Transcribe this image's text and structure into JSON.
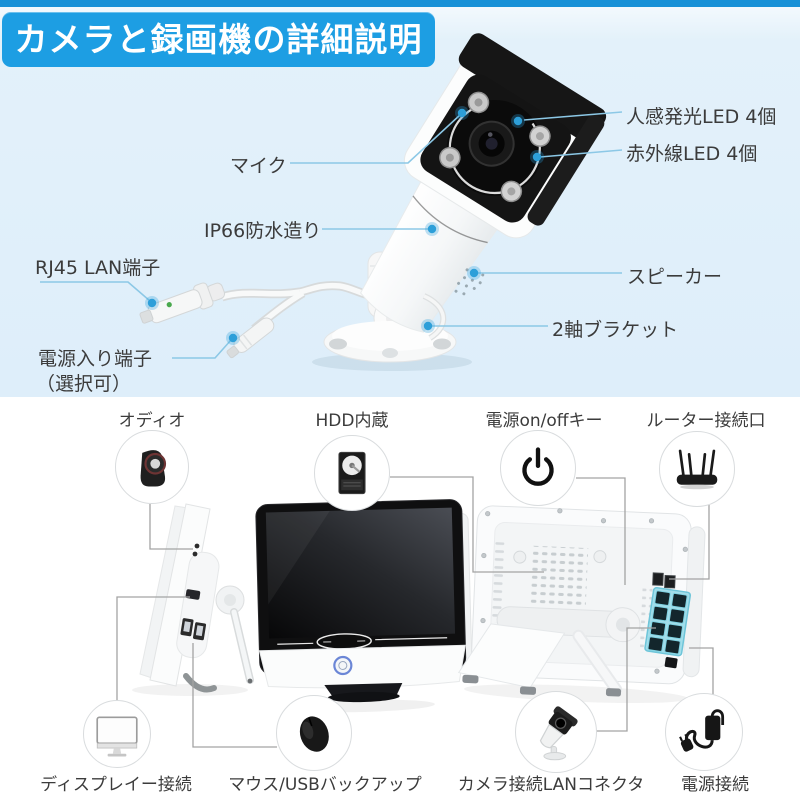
{
  "title": "カメラと録画機の詳細説明",
  "camera_section": {
    "labels": {
      "pir_led": "人感発光LED 4個",
      "ir_led": "赤外線LED 4個",
      "mic": "マイク",
      "ip66": "IP66防水造り",
      "rj45": "RJ45 LAN端子",
      "speaker": "スピーカー",
      "bracket": "2軸ブラケット",
      "power_in_line1": "電源入り端子",
      "power_in_line2": "（選択可）"
    }
  },
  "recorder_section": {
    "top_items": [
      {
        "label": "オディオ",
        "icon": "speaker-icon"
      },
      {
        "label": "HDD内蔵",
        "icon": "hdd-icon"
      },
      {
        "label": "電源on/offキー",
        "icon": "power-key-icon"
      },
      {
        "label": "ルーター接続口",
        "icon": "router-icon"
      }
    ],
    "bottom_items": [
      {
        "label": "ディスプレイー接続",
        "icon": "display-icon"
      },
      {
        "label": "マウス/USBバックアップ",
        "icon": "mouse-icon"
      },
      {
        "label": "カメラ接続LANコネクタ",
        "icon": "bullet-camera-icon"
      },
      {
        "label": "電源接続",
        "icon": "power-adapter-icon"
      }
    ]
  },
  "colors": {
    "banner_blue": "#1d9ee3",
    "top_strip_blue": "#1791d7",
    "section_bg_blue": "#e2f0f9",
    "leader_line_blue": "#8cc8e6",
    "marker_dot_blue": "#2d9fd9",
    "leader_line_gray": "#a3a3a3",
    "lan_highlight_cyan": "#8fd8ea"
  }
}
